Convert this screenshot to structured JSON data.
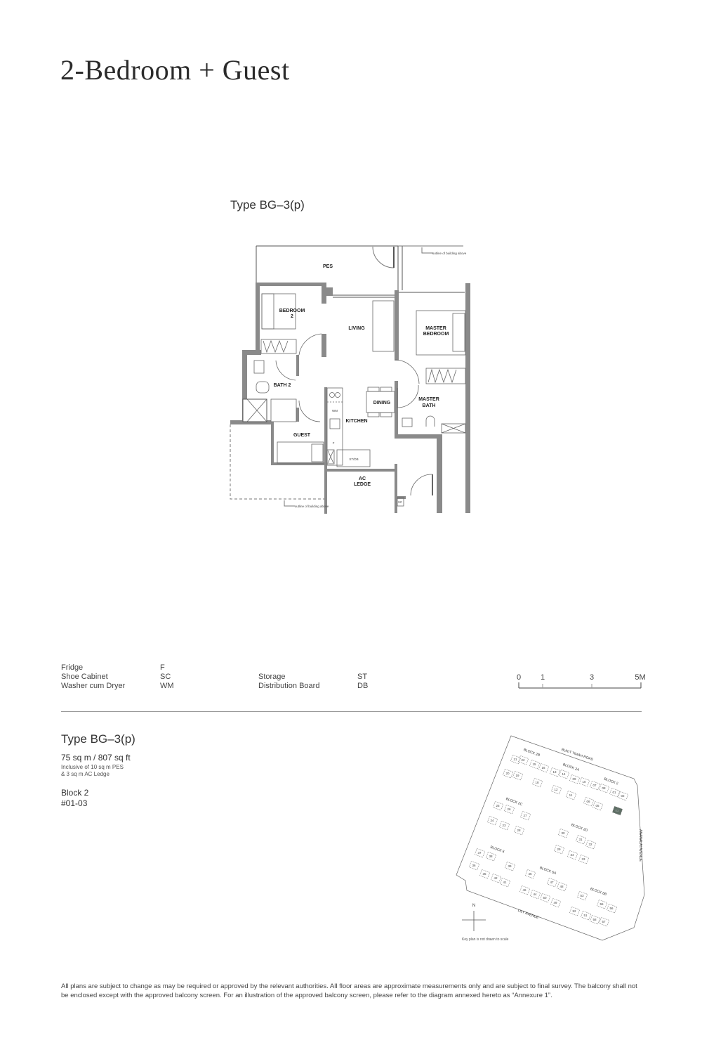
{
  "page_title": "2-Bedroom + Guest",
  "unit_type": "Type BG–3(p)",
  "floor_plan": {
    "rooms": {
      "pes": "PES",
      "bedroom2_line1": "BEDROOM",
      "bedroom2_line2": "2",
      "living": "LIVING",
      "master_bedroom_line1": "MASTER",
      "master_bedroom_line2": "BEDROOM",
      "bath2": "BATH 2",
      "dining": "DINING",
      "master_bath_line1": "MASTER",
      "master_bath_line2": "BATH",
      "kitchen": "KITCHEN",
      "guest": "GUEST",
      "ac_ledge_line1": "AC",
      "ac_ledge_line2": "LEDGE",
      "stdb": "ST/DB",
      "wm": "WM",
      "f": "F",
      "sc": "SC"
    },
    "note_above": "outline of building above",
    "note_below": "outline of building above"
  },
  "legend": {
    "col1": [
      {
        "name": "Fridge",
        "code": "F"
      },
      {
        "name": "Shoe Cabinet",
        "code": "SC"
      },
      {
        "name": "Washer cum Dryer",
        "code": "WM"
      }
    ],
    "col2": [
      {
        "name": "Storage",
        "code": "ST"
      },
      {
        "name": "Distribution Board",
        "code": "DB"
      }
    ]
  },
  "scale_bar": {
    "labels": [
      "0",
      "1",
      "3",
      "5M"
    ]
  },
  "unit_info": {
    "type": "Type BG–3(p)",
    "area": "75 sq m / 807 sq ft",
    "inclusive_line1": "Inclusive of 10 sq m PES",
    "inclusive_line2": "& 3 sq m AC Ledge",
    "block": "Block 2",
    "unit_no": "#01-03"
  },
  "key_plan": {
    "roads": [
      "BUKIT TIMAH ROAD",
      "ANANALAI AVENUE",
      "LILY AVENUE"
    ],
    "blocks": [
      "BLOCK 2B",
      "BLOCK 2A",
      "BLOCK 2",
      "BLOCK 2C",
      "BLOCK 2D",
      "BLOCK 6",
      "BLOCK 6A",
      "BLOCK 6B"
    ],
    "units": [
      "21",
      "22",
      "15",
      "16",
      "20",
      "19",
      "13",
      "14",
      "18",
      "12",
      "09",
      "10",
      "07",
      "08",
      "01",
      "02",
      "11",
      "06",
      "05",
      "03",
      "25",
      "26",
      "27",
      "24",
      "23",
      "28",
      "30",
      "31",
      "32",
      "29",
      "34",
      "33",
      "37",
      "38",
      "36",
      "35",
      "39",
      "42",
      "41",
      "45",
      "47",
      "48",
      "46",
      "44",
      "50",
      "49",
      "53",
      "55",
      "56",
      "52",
      "51",
      "58",
      "57"
    ],
    "highlighted_unit": "03",
    "highlight_color": "#5f6f66",
    "north_label": "N",
    "caption": "Key plan is not drawn to scale"
  },
  "footer": "All plans are subject to change as may be required or approved by the relevant authorities. All floor areas are approximate measurements only and are subject to final survey. The balcony shall not be enclosed except with the approved balcony screen. For an illustration of the approved balcony screen, please refer to the diagram annexed hereto as “Annexure 1”."
}
